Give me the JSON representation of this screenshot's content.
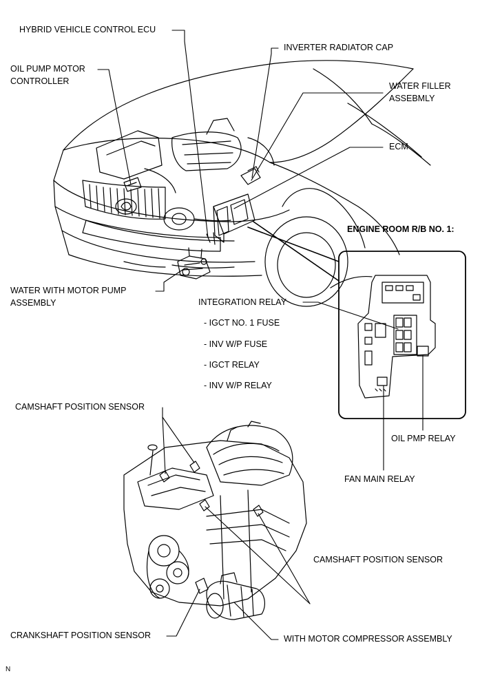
{
  "labels": {
    "hybrid_ecu": "HYBRID VEHICLE CONTROL ECU",
    "oil_pump_motor_controller_1": "OIL PUMP MOTOR",
    "oil_pump_motor_controller_2": "CONTROLLER",
    "inverter_radiator_cap": "INVERTER RADIATOR CAP",
    "water_filler_1": "WATER FILLER",
    "water_filler_2": "ASSEBMLY",
    "ecm": "ECM",
    "engine_room_rb": "ENGINE ROOM R/B NO. 1:",
    "water_pump_1": "WATER WITH MOTOR PUMP",
    "water_pump_2": "ASSEMBLY",
    "integration_relay": "INTEGRATION RELAY",
    "igct_fuse": "- IGCT NO. 1 FUSE",
    "inv_wp_fuse": "- INV W/P FUSE",
    "igct_relay": "- IGCT RELAY",
    "inv_wp_relay": "- INV W/P RELAY",
    "camshaft_sensor_top": "CAMSHAFT POSITION SENSOR",
    "oil_pmp_relay": "OIL PMP RELAY",
    "fan_main_relay": "FAN MAIN RELAY",
    "camshaft_sensor_bottom": "CAMSHAFT POSITION SENSOR",
    "crankshaft_sensor": "CRANKSHAFT POSITION SENSOR",
    "motor_compressor": "WITH MOTOR COMPRESSOR ASSEMBLY",
    "corner_mark": "N"
  }
}
